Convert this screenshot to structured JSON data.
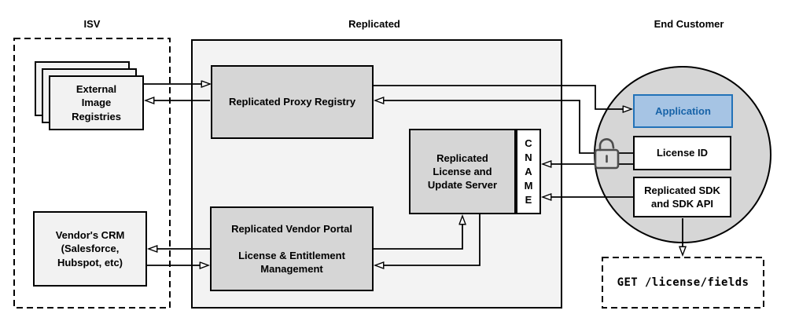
{
  "titles": {
    "isv": "ISV",
    "replicated": "Replicated",
    "end_customer": "End Customer"
  },
  "nodes": {
    "external_registries": {
      "label": "External\nImage\nRegistries"
    },
    "vendors_crm": {
      "label": "Vendor's CRM\n(Salesforce,\nHubspot, etc)"
    },
    "proxy_registry": {
      "label": "Replicated Proxy Registry"
    },
    "license_server": {
      "label": "Replicated\nLicense and\nUpdate Server"
    },
    "cname": {
      "label": "C\nN\nA\nM\nE",
      "value": "CNAME"
    },
    "vendor_portal": {
      "label": "Replicated Vendor Portal\n\nLicense & Entitlement\nManagement"
    },
    "application": {
      "label": "Application"
    },
    "license_id": {
      "label": "License ID"
    },
    "sdk": {
      "label": "Replicated SDK\nand SDK API"
    },
    "api_request": {
      "label": "GET /license/fields"
    }
  },
  "icons": {
    "lock": "open-padlock-icon"
  },
  "edges": [
    {
      "from": "external_registries",
      "to": "proxy_registry"
    },
    {
      "from": "proxy_registry",
      "to": "external_registries"
    },
    {
      "from": "proxy_registry",
      "to": "application"
    },
    {
      "from": "license_id",
      "to": "proxy_registry",
      "via": "open-padlock-icon"
    },
    {
      "from": "license_id",
      "to": "cname",
      "via": "open-padlock-icon"
    },
    {
      "from": "sdk",
      "to": "cname"
    },
    {
      "from": "sdk",
      "to": "api_request"
    },
    {
      "from": "vendor_portal",
      "to": "license_server"
    },
    {
      "from": "license_server",
      "to": "vendor_portal"
    },
    {
      "from": "vendor_portal",
      "to": "vendors_crm"
    },
    {
      "from": "vendors_crm",
      "to": "vendor_portal"
    }
  ],
  "colors": {
    "panel_fill": "#f3f3f3",
    "node_gray_fill": "#d6d6d6",
    "node_light_fill": "#f2f2f2",
    "circle_fill": "#d6d6d6",
    "blue_fill": "#a6c4e4",
    "blue_border": "#2272b8",
    "blue_text": "#1763a8",
    "line": "#000000",
    "lock_stroke": "#4d4d4d"
  }
}
